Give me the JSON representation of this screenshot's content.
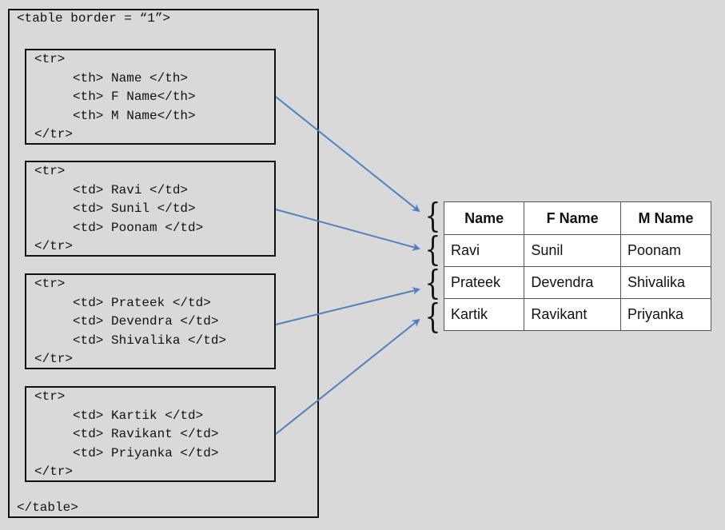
{
  "code": {
    "table_open": "<table border = “1”>",
    "table_close": "</table>",
    "rows": [
      {
        "open": "<tr>",
        "cells": [
          "<th> Name </th>",
          "<th> F Name</th>",
          "<th> M Name</th>"
        ],
        "close": "</tr>"
      },
      {
        "open": "<tr>",
        "cells": [
          "<td> Ravi </td>",
          "<td> Sunil </td>",
          "<td> Poonam </td>"
        ],
        "close": "</tr>"
      },
      {
        "open": "<tr>",
        "cells": [
          "<td> Prateek </td>",
          "<td> Devendra </td>",
          "<td> Shivalika </td>"
        ],
        "close": "</tr>"
      },
      {
        "open": "<tr>",
        "cells": [
          "<td> Kartik </td>",
          "<td> Ravikant </td>",
          "<td> Priyanka </td>"
        ],
        "close": "</tr>"
      }
    ]
  },
  "rendered_table": {
    "headers": [
      "Name",
      "F Name",
      "M Name"
    ],
    "rows": [
      [
        "Ravi",
        "Sunil",
        "Poonam"
      ],
      [
        "Prateek",
        "Devendra",
        "Shivalika"
      ],
      [
        "Kartik",
        "Ravikant",
        "Priyanka"
      ]
    ]
  },
  "colors": {
    "background": "#d9d9d9",
    "arrow": "#4f81bd",
    "border": "#111111"
  }
}
